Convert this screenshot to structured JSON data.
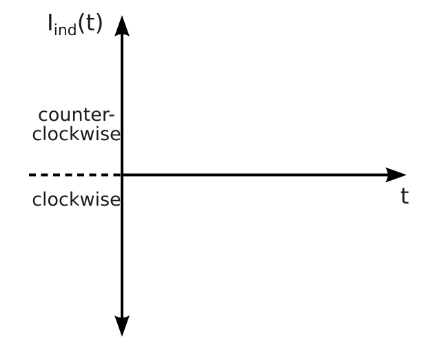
{
  "figure": {
    "y_axis_label": {
      "symbol": "I",
      "subscript": "ind",
      "argument": "(t)"
    },
    "x_axis_label": "t",
    "region_labels": {
      "above_axis_line1": "counter-",
      "above_axis_line2": "clockwise",
      "below_axis": "clockwise"
    }
  },
  "colors": {
    "line": "#000000",
    "text": "#1a1a1a",
    "background": "#ffffff"
  }
}
